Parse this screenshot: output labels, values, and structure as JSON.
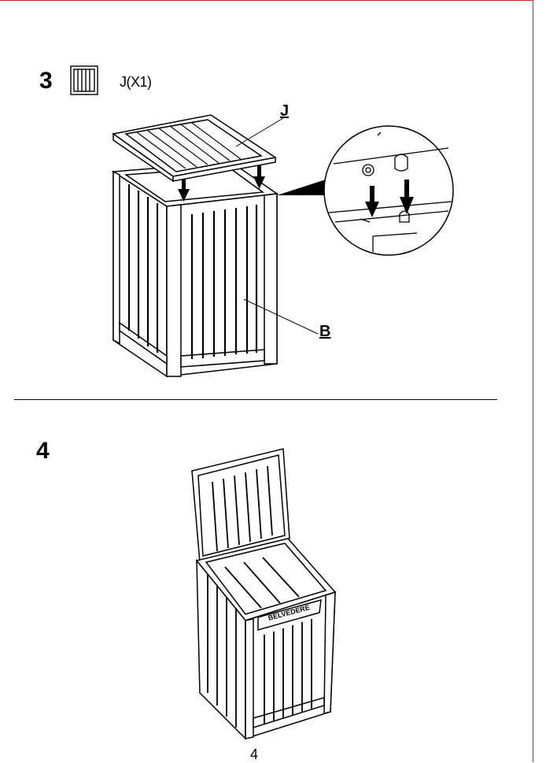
{
  "step3": {
    "number": "3",
    "part_label": "J(X1)",
    "callout_lid": "J",
    "callout_body": "B"
  },
  "step4": {
    "number": "4",
    "brand_text": "BELVEDERE"
  },
  "footer": {
    "page_number": "4"
  },
  "colors": {
    "frame": "#d62020",
    "ink": "#000000"
  }
}
